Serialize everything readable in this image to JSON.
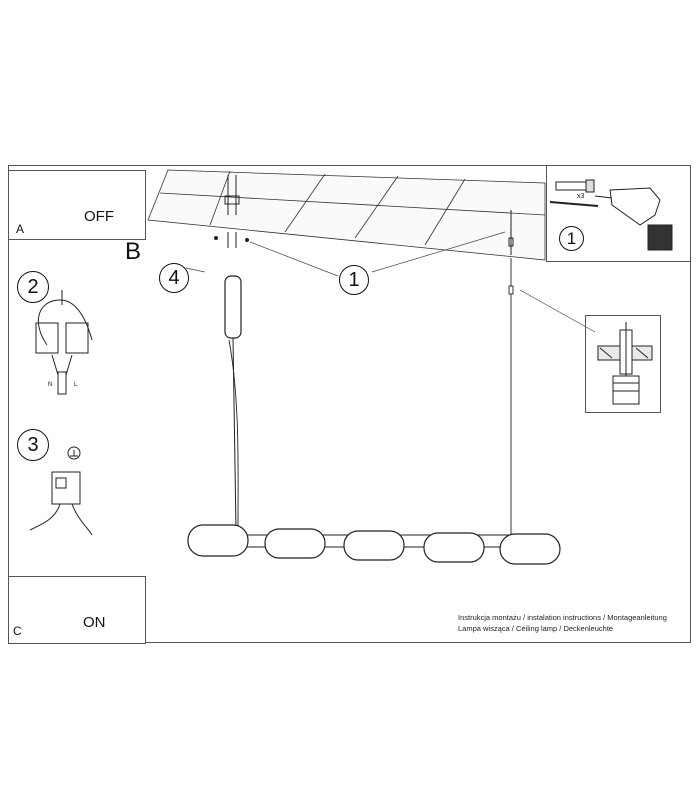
{
  "panel_a": {
    "letter": "A",
    "word": "OFF"
  },
  "panel_c": {
    "letter": "C",
    "word": "ON"
  },
  "section_b_letter": "B",
  "steps": {
    "step1_top": "1",
    "step1_callout": "1",
    "step2": "2",
    "step3": "3",
    "step4": "4"
  },
  "wire_labels": {
    "neutral": "N",
    "live": "L"
  },
  "kit_count": "x3",
  "caption": {
    "line1": "Instrukcja montażu / instalation instructions / Montageanleitung",
    "line2": "Lampa wisząca / Ceiling lamp / Deckenleuchte"
  }
}
